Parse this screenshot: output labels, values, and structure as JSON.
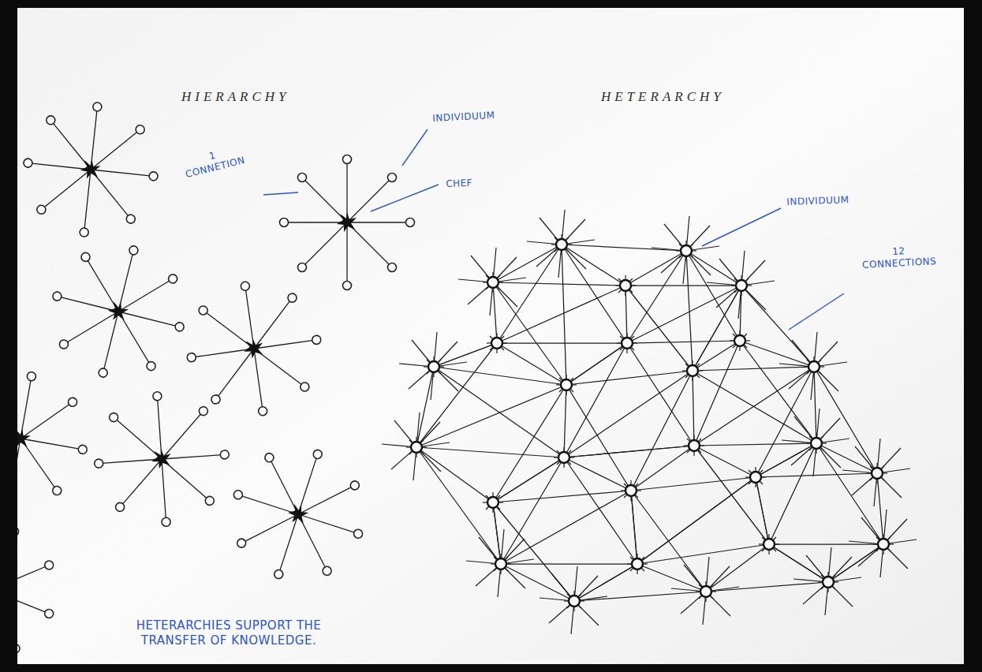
{
  "diagram": {
    "caption": "HETERARCHIES SUPPORT THE TRANSFER OF KNOWLEDGE.",
    "labels": [
      "HIERARCHY",
      "HETERARCHY",
      "INDIVIDUUM",
      "1 CONNETION",
      "CHEF",
      "INDIVIDUUM",
      "12 CONNECTIONS"
    ]
  }
}
